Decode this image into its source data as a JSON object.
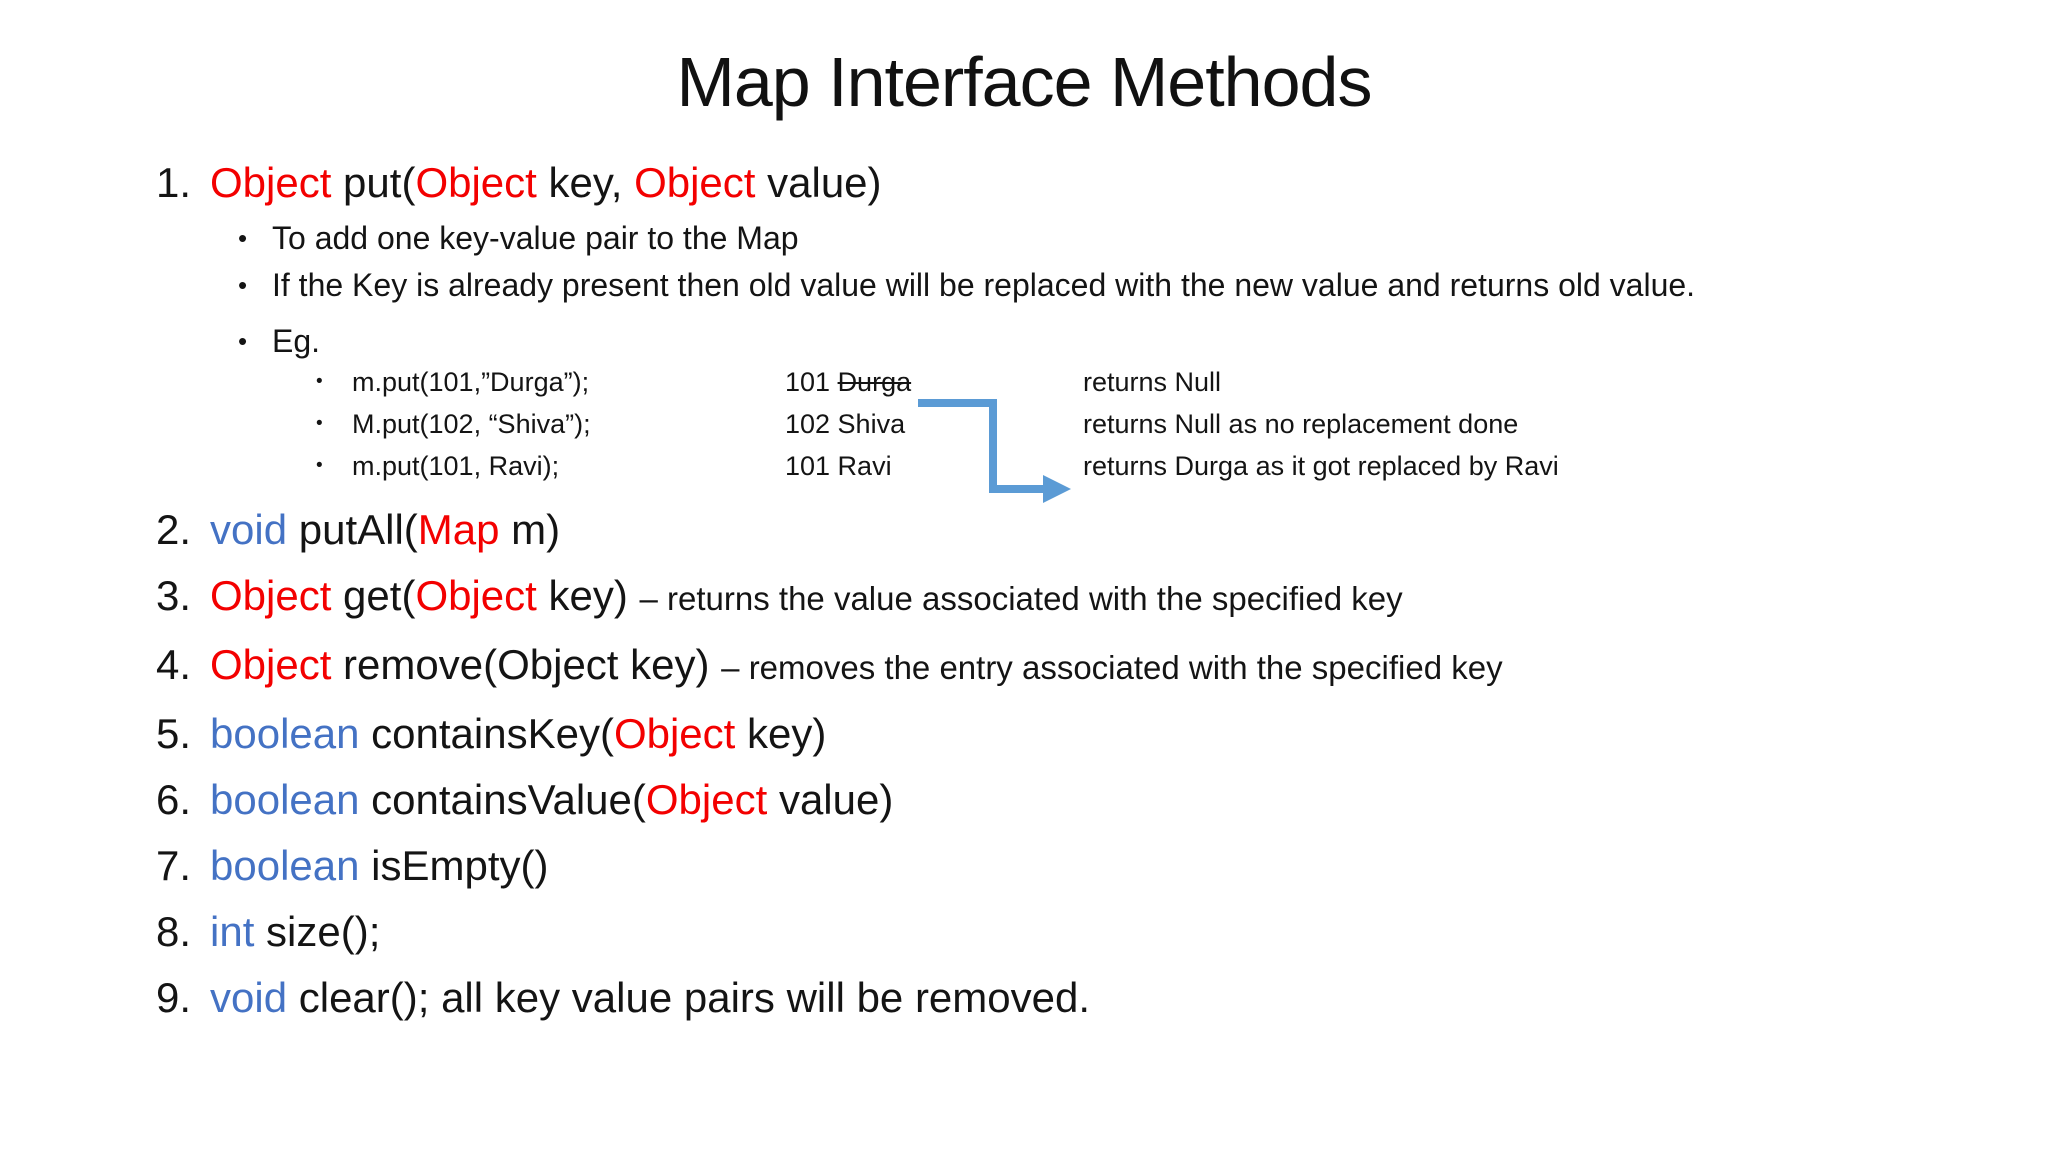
{
  "palette": {
    "red": "#f30000",
    "blue": "#4472c4",
    "arrow": "#5b9bd5",
    "ink": "#141414",
    "bg": "#ffffff"
  },
  "glyphs": {
    "bullet": "•"
  },
  "title": "Map Interface Methods",
  "methods": [
    {
      "num": "1.",
      "segments": [
        {
          "t": "Object",
          "c": "red"
        },
        {
          "t": " put(",
          "c": "black"
        },
        {
          "t": "Object",
          "c": "red"
        },
        {
          "t": " key, ",
          "c": "black"
        },
        {
          "t": "Object",
          "c": "red"
        },
        {
          "t": " value)",
          "c": "black"
        }
      ]
    },
    {
      "num": "2.",
      "segments": [
        {
          "t": "void",
          "c": "blue"
        },
        {
          "t": " putAll(",
          "c": "black"
        },
        {
          "t": "Map",
          "c": "red"
        },
        {
          "t": " m)",
          "c": "black"
        }
      ]
    },
    {
      "num": "3.",
      "segments": [
        {
          "t": "Object",
          "c": "red"
        },
        {
          "t": " get(",
          "c": "black"
        },
        {
          "t": "Object",
          "c": "red"
        },
        {
          "t": " key) ",
          "c": "black"
        },
        {
          "t": "– returns the value associated with the specified key",
          "c": "small"
        }
      ]
    },
    {
      "num": "4.",
      "segments": [
        {
          "t": "Object",
          "c": "red"
        },
        {
          "t": " remove(Object key) ",
          "c": "black"
        },
        {
          "t": "– removes the entry associated with the specified key",
          "c": "small"
        }
      ]
    },
    {
      "num": "5.",
      "segments": [
        {
          "t": "boolean",
          "c": "blue"
        },
        {
          "t": " containsKey(",
          "c": "black"
        },
        {
          "t": "Object",
          "c": "red"
        },
        {
          "t": " key)",
          "c": "black"
        }
      ]
    },
    {
      "num": "6.",
      "segments": [
        {
          "t": "boolean",
          "c": "blue"
        },
        {
          "t": " containsValue(",
          "c": "black"
        },
        {
          "t": "Object",
          "c": "red"
        },
        {
          "t": " value)",
          "c": "black"
        }
      ]
    },
    {
      "num": "7.",
      "segments": [
        {
          "t": "boolean",
          "c": "blue"
        },
        {
          "t": " isEmpty()",
          "c": "black"
        }
      ]
    },
    {
      "num": "8.",
      "segments": [
        {
          "t": "int",
          "c": "blue"
        },
        {
          "t": " size();",
          "c": "black"
        }
      ]
    },
    {
      "num": "9.",
      "segments": [
        {
          "t": "void",
          "c": "blue"
        },
        {
          "t": " clear(); all key value pairs will be removed.",
          "c": "black"
        }
      ]
    }
  ],
  "item1_bullets": {
    "b1": "To add one key-value pair to the Map",
    "b2": "If the Key is already present then old value will be replaced with the new value and returns old value.",
    "b3": "Eg."
  },
  "example": {
    "rows": [
      {
        "code": "m.put(101,”Durga”);",
        "kv": [
          {
            "t": "101 ",
            "c": "black"
          },
          {
            "t": "Durga",
            "c": "strike"
          }
        ],
        "result": "returns Null"
      },
      {
        "code": "M.put(102, “Shiva”);",
        "kv": [
          {
            "t": "102 Shiva",
            "c": "black"
          }
        ],
        "result": "returns Null as no replacement done"
      },
      {
        "code": "m.put(101, Ravi);",
        "kv": [
          {
            "t": "101 Ravi",
            "c": "black"
          }
        ],
        "result": "returns Durga as it got replaced by Ravi"
      }
    ],
    "arrow_icon": "elbow-right-arrow"
  }
}
